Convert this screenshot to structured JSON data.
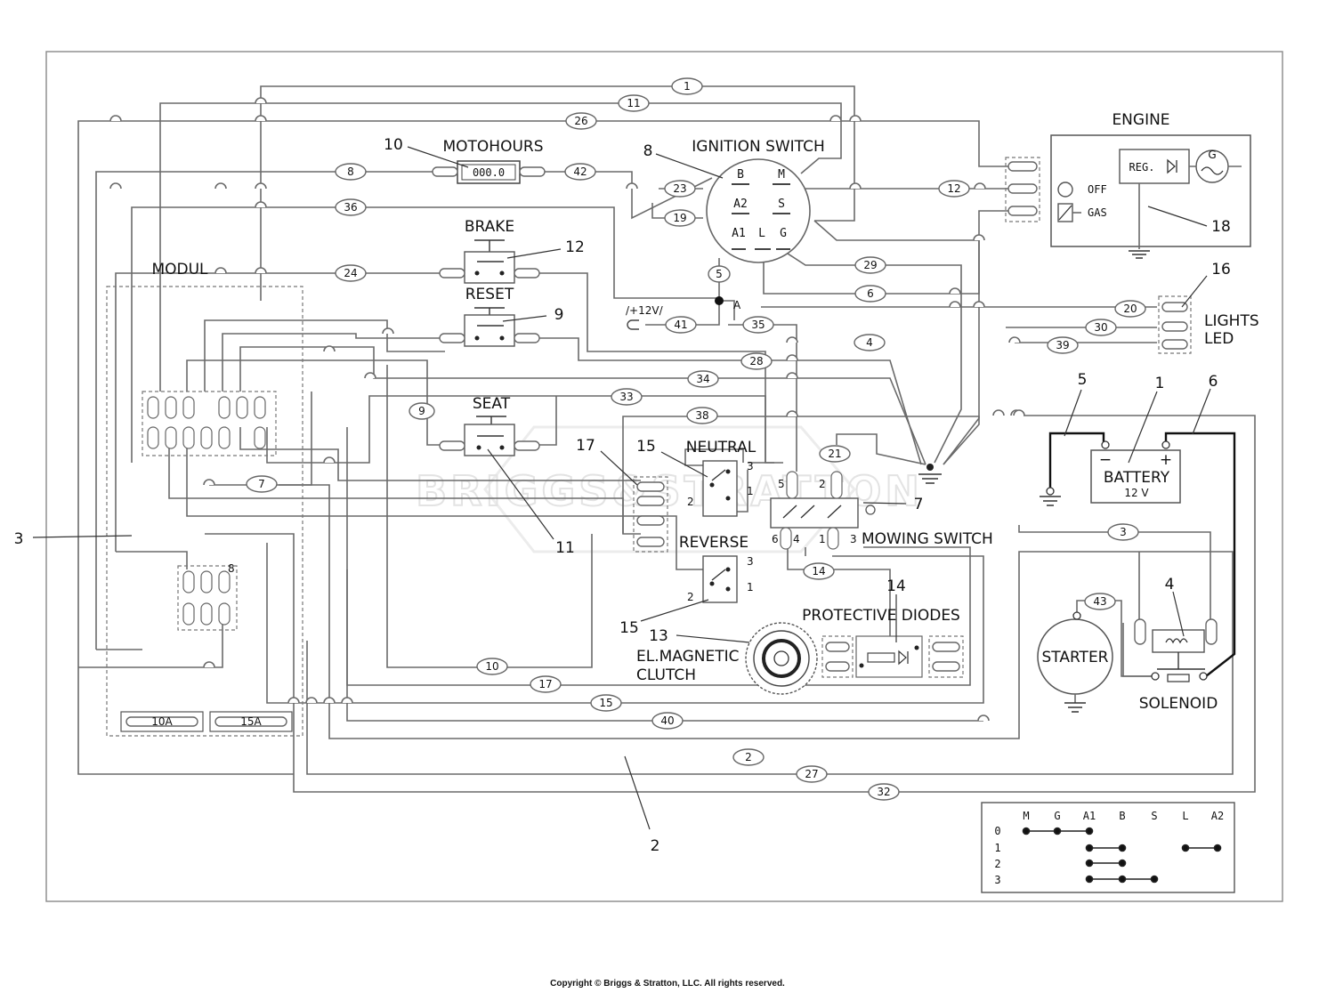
{
  "diagram": {
    "components": {
      "motohours": "MOTOHOURS",
      "motohours_display": "000.0",
      "ignition_switch": "IGNITION SWITCH",
      "engine": "ENGINE",
      "reg": "REG.",
      "gen": "G",
      "off": "OFF",
      "gas": "GAS",
      "brake": "BRAKE",
      "reset": "RESET",
      "seat": "SEAT",
      "modul": "MODUL",
      "neutral": "NEUTRAL",
      "reverse": "REVERSE",
      "mowing_switch": "MOWING SWITCH",
      "protective_diodes": "PROTECTIVE DIODES",
      "clutch_line1": "EL.MAGNETIC",
      "clutch_line2": "CLUTCH",
      "lights_line1": "LIGHTS",
      "lights_line2": "LED",
      "battery": "BATTERY",
      "battery_voltage": "12 V",
      "battery_minus": "−",
      "battery_plus": "+",
      "starter": "STARTER",
      "solenoid": "SOLENOID",
      "supply": "/+12V/",
      "node_a": "A",
      "fuse_1": "10A",
      "fuse_2": "15A",
      "watermark": "BRIGGS&STRATTON"
    },
    "ignition_pins": {
      "b": "B",
      "m": "M",
      "a2": "A2",
      "s": "S",
      "a1": "A1",
      "l": "L",
      "g": "G"
    },
    "switch_pins": {
      "neutral_3": "3",
      "neutral_2": "2",
      "neutral_1": "1",
      "reverse_3": "3",
      "reverse_2": "2",
      "reverse_1": "1",
      "mow_5": "5",
      "mow_2": "2",
      "mow_6": "6",
      "mow_4": "4",
      "mow_1": "1",
      "mow_3": "3",
      "modul_8": "8"
    },
    "wire_tags": {
      "w1": "1",
      "w11": "11",
      "w26": "26",
      "w8": "8",
      "w42": "42",
      "w23": "23",
      "w19": "19",
      "w36": "36",
      "w12": "12",
      "w24": "24",
      "w5": "5",
      "w29": "29",
      "w6": "6",
      "w20": "20",
      "w41": "41",
      "w35": "35",
      "w30": "30",
      "w4": "4",
      "w39": "39",
      "w28": "28",
      "w34": "34",
      "w9": "9",
      "w33": "33",
      "w38": "38",
      "w21": "21",
      "w7": "7",
      "w3": "3",
      "w14": "14",
      "w43": "43",
      "w10": "10",
      "w17": "17",
      "w15": "15",
      "w40": "40",
      "w2": "2",
      "w27": "27",
      "w32": "32"
    },
    "callouts": {
      "c10": "10",
      "c8": "8",
      "c12": "12",
      "c9": "9",
      "c18": "18",
      "c16": "16",
      "c5": "5",
      "c1": "1",
      "c6": "6",
      "c17": "17",
      "c15a": "15",
      "c7": "7",
      "c11": "11",
      "c3": "3",
      "c14": "14",
      "c4": "4",
      "c15b": "15",
      "c13": "13",
      "c2": "2"
    },
    "truth_table": {
      "header": [
        "M",
        "G",
        "A1",
        "B",
        "S",
        "L",
        "A2"
      ],
      "rows": [
        "0",
        "1",
        "2",
        "3"
      ]
    }
  },
  "footer": {
    "copyright": "Copyright © Briggs & Stratton, LLC. All rights reserved."
  }
}
